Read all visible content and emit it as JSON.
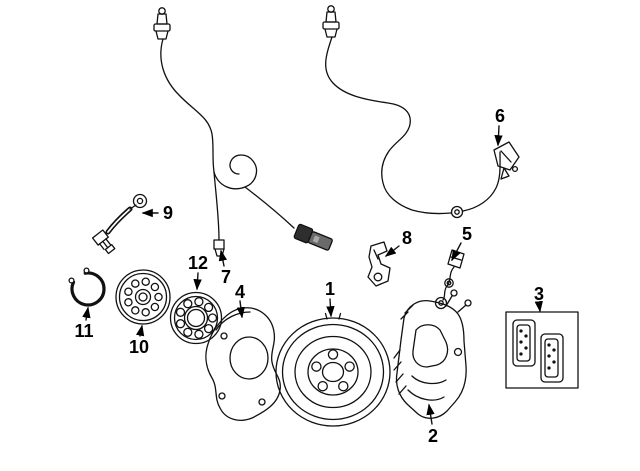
{
  "diagram": {
    "background_color": "#ffffff",
    "line_color": "#111111",
    "callouts": [
      {
        "number": "1"
      },
      {
        "number": "2"
      },
      {
        "number": "3"
      },
      {
        "number": "4"
      },
      {
        "number": "5"
      },
      {
        "number": "6"
      },
      {
        "number": "7"
      },
      {
        "number": "8"
      },
      {
        "number": "9"
      },
      {
        "number": "10"
      },
      {
        "number": "11"
      },
      {
        "number": "12"
      }
    ]
  }
}
